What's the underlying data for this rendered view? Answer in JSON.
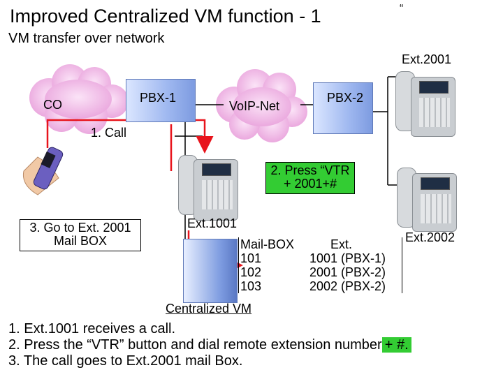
{
  "header": {
    "title": "Improved Centralized VM function - 1",
    "quote_mark": "“",
    "subtitle": "VM transfer over network"
  },
  "diagram": {
    "co_label": "CO",
    "pbx1_label": "PBX-1",
    "voip_label": "VoIP-Net",
    "pbx2_label": "PBX-2",
    "ext2001_label": "Ext.2001",
    "ext2002_label": "Ext.2002",
    "ext1001_label": "Ext.1001",
    "step1_label": "1. Call",
    "step2_line1": "2. Press “VTR",
    "step2_line2": "+ 2001+#",
    "step3_line1": "3. Go to Ext. 2001",
    "step3_line2": "Mail BOX",
    "centralized_vm_label": "Centralized VM",
    "mailbox_header": "Mail-BOX",
    "ext_header": "Ext.",
    "mailboxes": [
      {
        "box": "101",
        "ext": "1001 (PBX-1)"
      },
      {
        "box": "102",
        "ext": "2001 (PBX-2)"
      },
      {
        "box": "103",
        "ext": "2002 (PBX-2)"
      }
    ],
    "colors": {
      "highlight": "#33cc33",
      "call_line": "#e8141c",
      "cloud": "#f0b8e6"
    }
  },
  "notes": {
    "line1": "1. Ext.1001 receives a call.",
    "line2_a": "2. Press the “VTR” button and dial remote extension number",
    "line2_b": "+ #.",
    "line3": "3. The call goes to Ext.2001 mail Box."
  }
}
